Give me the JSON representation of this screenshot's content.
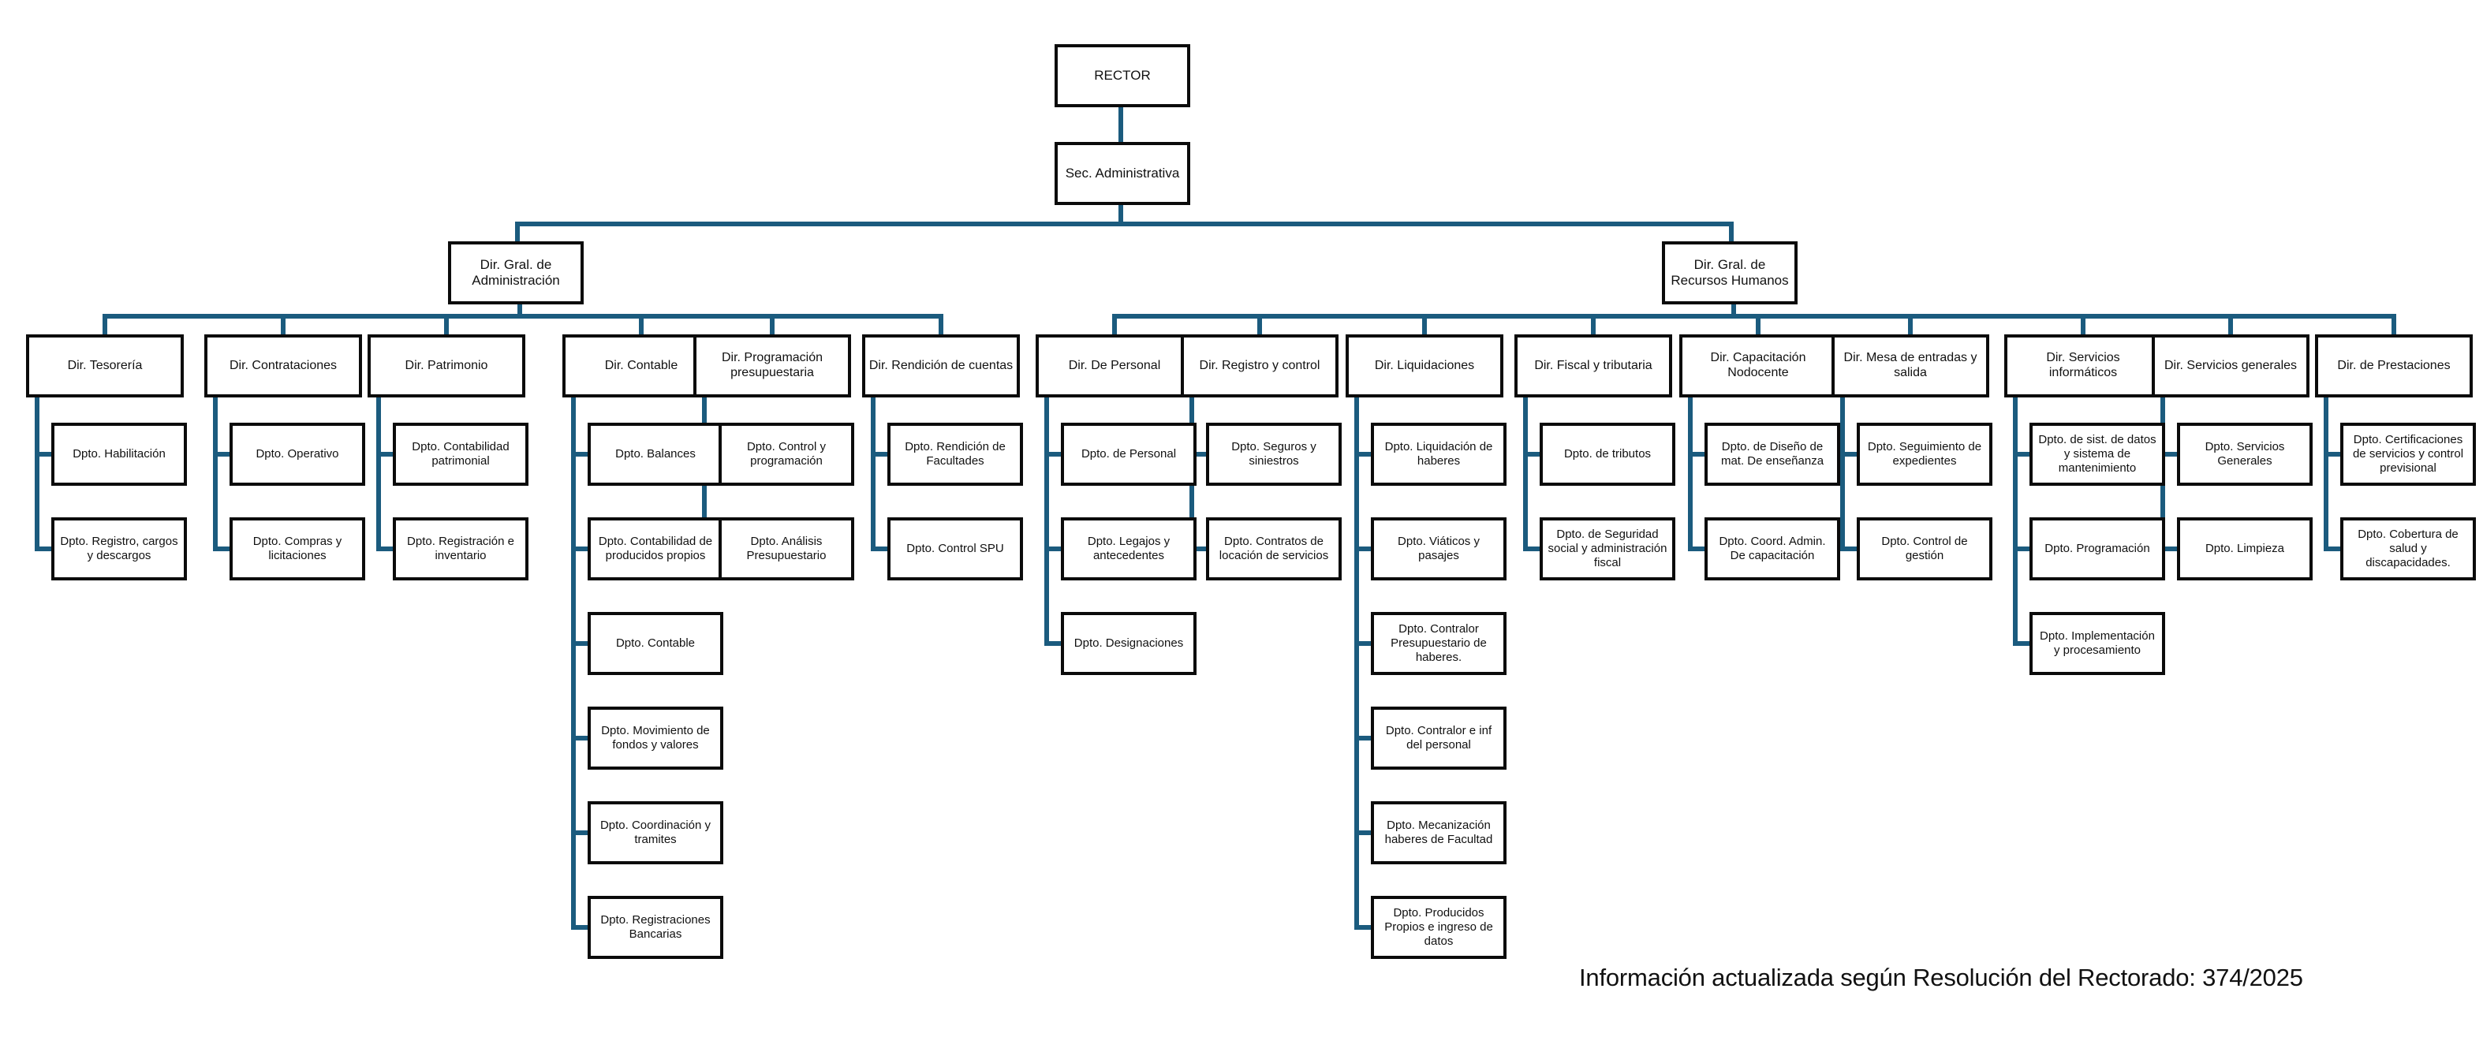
{
  "footer": {
    "text": "Información actualizada según Resolución del Rectorado: 374/2025"
  },
  "colors": {
    "connector": "#1b5b7e",
    "box_border": "#0b0b0b",
    "box_fill": "#ffffff",
    "text": "#111111",
    "background": "#ffffff"
  },
  "top": {
    "rector": "RECTOR",
    "secretaria": "Sec. Administrativa"
  },
  "general_directorates": [
    {
      "id": "dga",
      "label": "Dir. Gral. de Administración"
    },
    {
      "id": "dgrh",
      "label": "Dir. Gral. de Recursos Humanos"
    }
  ],
  "branches": [
    {
      "id": "administracion",
      "parent": "Dir. Gral. de Administración",
      "directorates": [
        {
          "label": "Dir. Tesorería",
          "departments": [
            "Dpto. Habilitación",
            "Dpto. Registro, cargos y descargos"
          ]
        },
        {
          "label": "Dir. Contrataciones",
          "departments": [
            "Dpto. Operativo",
            "Dpto. Compras y licitaciones"
          ]
        },
        {
          "label": "Dir. Patrimonio",
          "departments": [
            "Dpto. Contabilidad patrimonial",
            "Dpto. Registración e inventario"
          ]
        },
        {
          "label": "Dir. Contable",
          "departments": [
            "Dpto. Balances",
            "Dpto. Contabilidad de producidos propios",
            "Dpto. Contable",
            "Dpto. Movimiento de fondos y valores",
            "Dpto. Coordinación y tramites",
            "Dpto. Registraciones Bancarias"
          ]
        },
        {
          "label": "Dir. Programación presupuestaria",
          "departments": [
            "Dpto. Control y programación",
            "Dpto. Análisis Presupuestario"
          ]
        },
        {
          "label": "Dir. Rendición de cuentas",
          "departments": [
            "Dpto. Rendición de Facultades",
            "Dpto. Control SPU"
          ]
        }
      ]
    },
    {
      "id": "recursos-humanos",
      "parent": "Dir. Gral. de Recursos Humanos",
      "directorates": [
        {
          "label": "Dir. De Personal",
          "departments": [
            "Dpto. de Personal",
            "Dpto. Legajos y antecedentes",
            "Dpto. Designaciones"
          ]
        },
        {
          "label": "Dir. Registro y control",
          "departments": [
            "Dpto. Seguros y siniestros",
            "Dpto. Contratos de locación de servicios"
          ]
        },
        {
          "label": "Dir. Liquidaciones",
          "departments": [
            "Dpto. Liquidación de haberes",
            "Dpto. Viáticos y pasajes",
            "Dpto. Contralor Presupuestario de haberes.",
            "Dpto. Contralor e inf del personal",
            "Dpto. Mecanización haberes de Facultad",
            "Dpto. Producidos Propios e ingreso de datos"
          ]
        },
        {
          "label": "Dir. Fiscal y tributaria",
          "departments": [
            "Dpto. de tributos",
            "Dpto. de Seguridad social y administración fiscal"
          ]
        },
        {
          "label": "Dir. Capacitación Nodocente",
          "departments": [
            "Dpto. de Diseño de mat. De enseñanza",
            "Dpto. Coord. Admin. De capacitación"
          ]
        },
        {
          "label": "Dir. Mesa de entradas y salida",
          "departments": [
            "Dpto. Seguimiento de expedientes",
            "Dpto. Control de gestión"
          ]
        },
        {
          "label": "Dir. Servicios informáticos",
          "departments": [
            "Dpto. de sist. de datos y sistema de mantenimiento",
            "Dpto. Programación",
            "Dpto. Implementación y procesamiento"
          ]
        },
        {
          "label": "Dir. Servicios generales",
          "departments": [
            "Dpto. Servicios Generales",
            "Dpto. Limpieza"
          ]
        },
        {
          "label": "Dir. de Prestaciones",
          "departments": [
            "Dpto. Certificaciones de servicios y control previsional",
            "Dpto. Cobertura de salud y discapacidades."
          ]
        }
      ]
    }
  ]
}
